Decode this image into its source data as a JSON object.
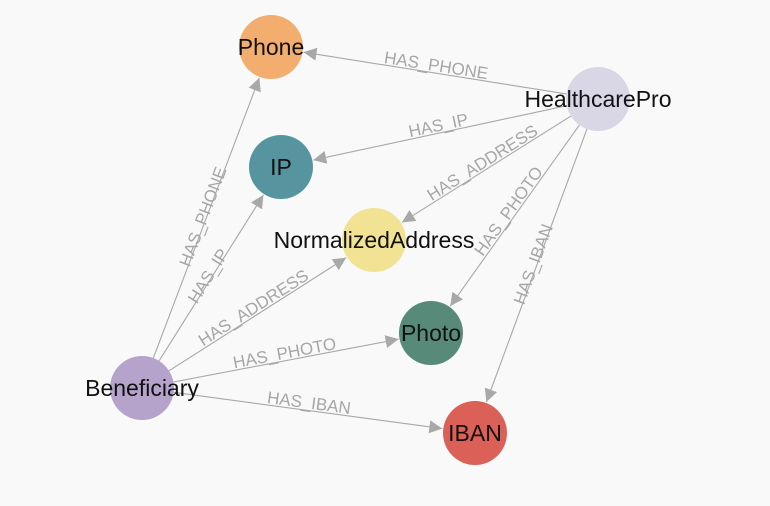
{
  "nodes": [
    {
      "id": "phone",
      "label": "Phone",
      "color": "#f2ad6f"
    },
    {
      "id": "healthcarepro",
      "label": "HealthcarePro",
      "color": "#d9d7e6"
    },
    {
      "id": "ip",
      "label": "IP",
      "color": "#56959f"
    },
    {
      "id": "normalizedaddress",
      "label": "NormalizedAddress",
      "color": "#f2e394"
    },
    {
      "id": "photo",
      "label": "Photo",
      "color": "#578a78"
    },
    {
      "id": "beneficiary",
      "label": "Beneficiary",
      "color": "#b5a3cb"
    },
    {
      "id": "iban",
      "label": "IBAN",
      "color": "#db6057"
    }
  ],
  "edges": [
    {
      "id": "hp-phone",
      "source": "healthcarepro",
      "target": "phone",
      "label": "HAS_PHONE"
    },
    {
      "id": "hp-ip",
      "source": "healthcarepro",
      "target": "ip",
      "label": "HAS_IP"
    },
    {
      "id": "hp-address",
      "source": "healthcarepro",
      "target": "normalizedaddress",
      "label": "HAS_ADDRESS"
    },
    {
      "id": "hp-photo",
      "source": "healthcarepro",
      "target": "photo",
      "label": "HAS_PHOTO"
    },
    {
      "id": "hp-iban",
      "source": "healthcarepro",
      "target": "iban",
      "label": "HAS_IBAN"
    },
    {
      "id": "ben-phone",
      "source": "beneficiary",
      "target": "phone",
      "label": "HAS_PHONE"
    },
    {
      "id": "ben-ip",
      "source": "beneficiary",
      "target": "ip",
      "label": "HAS_IP"
    },
    {
      "id": "ben-address",
      "source": "beneficiary",
      "target": "normalizedaddress",
      "label": "HAS_ADDRESS"
    },
    {
      "id": "ben-photo",
      "source": "beneficiary",
      "target": "photo",
      "label": "HAS_PHOTO"
    },
    {
      "id": "ben-iban",
      "source": "beneficiary",
      "target": "iban",
      "label": "HAS_IBAN"
    }
  ],
  "colors": {
    "edge": "#a8a8a8",
    "edge_label": "#a6a6a6",
    "node_label": "#111111",
    "background": "#f9f9f9"
  }
}
